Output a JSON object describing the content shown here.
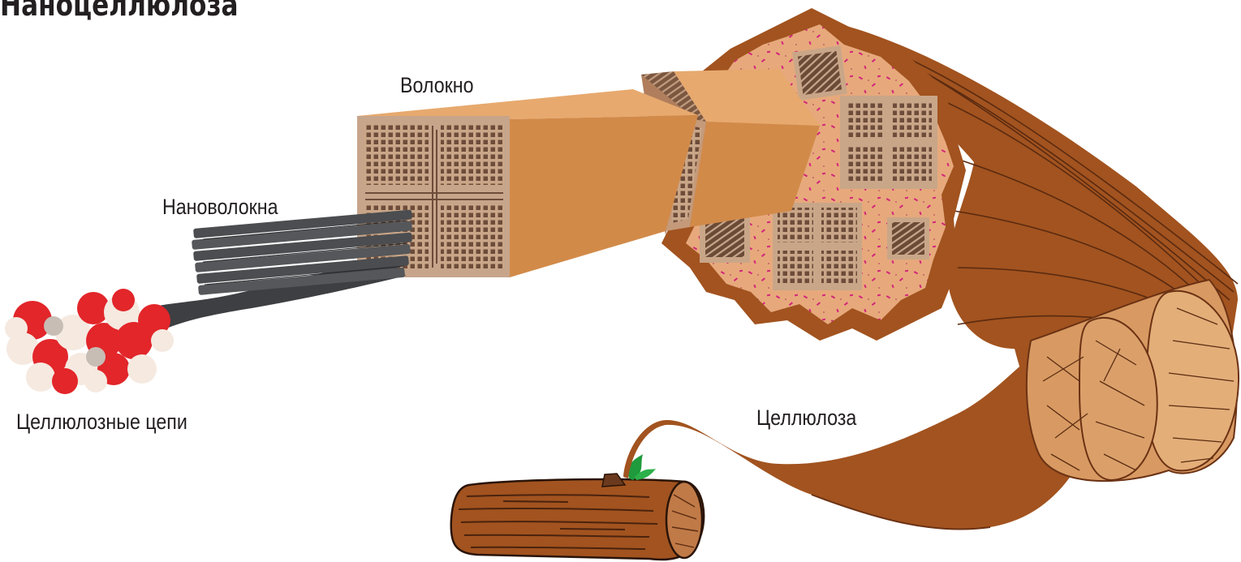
{
  "title": "Наноцеллюлоза",
  "labels": {
    "fiber": "Волокно",
    "nanofibers": "Нановолокна",
    "chains": "Целлюлозные цепи",
    "cellulose": "Целлюлоза"
  },
  "colors": {
    "dark_brown": "#a2531f",
    "light_tan": "#dd9f63",
    "pink_tan": "#e7a97c",
    "nanofiber_gray": "#4b4d50",
    "molecule_red": "#e2262a",
    "molecule_white": "#f5e9e0",
    "dot_magenta": "#d2257a"
  }
}
